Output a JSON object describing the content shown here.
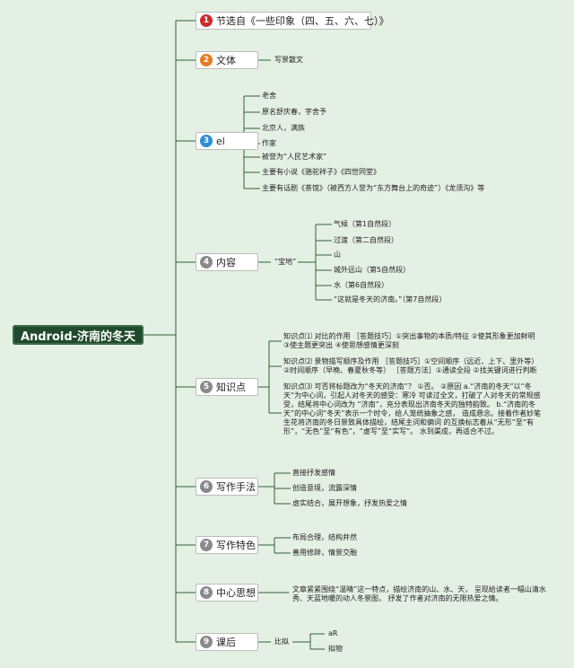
{
  "root": {
    "label": "Android-济南的冬天"
  },
  "branches": [
    {
      "num": "1",
      "label": "节选自《一些印象（四、五、六、七）》",
      "color": "#d02a2a"
    },
    {
      "num": "2",
      "label": "文体",
      "color": "#e87a22"
    },
    {
      "num": "3",
      "label": "el",
      "color": "#2a8fd6"
    },
    {
      "num": "4",
      "label": "内容",
      "color": "#8a8a8a"
    },
    {
      "num": "5",
      "label": "知识点",
      "color": "#8a8a8a"
    },
    {
      "num": "6",
      "label": "写作手法",
      "color": "#8a8a8a"
    },
    {
      "num": "7",
      "label": "写作特色",
      "color": "#8a8a8a"
    },
    {
      "num": "8",
      "label": "中心思想",
      "color": "#8a8a8a"
    },
    {
      "num": "9",
      "label": "课后",
      "color": "#8a8a8a"
    }
  ],
  "wenti": {
    "value": "写景散文"
  },
  "author": [
    "老舍",
    "原名舒庆春，字舍予",
    "北京人，满族",
    "作家",
    "被誉为“人民艺术家”",
    "主要有小说《骆驼祥子》《四世同堂》",
    "主要有话剧《茶馆》（被西方人誉为“东方舞台上的奇迹”）《龙须沟》等"
  ],
  "content": {
    "hub": "“宝地”",
    "items": [
      "气候（第1自然段）",
      "过渡（第二自然段）",
      "山",
      "城外远山（第5自然段）",
      "水（第6自然段）",
      "“这就是冬天的济南。”（第7自然段）"
    ]
  },
  "knowledge": [
    [
      "知识点⑴ 对比的作用 ［答题技巧］①突出事物的本质/特征 ②使其形象更加鲜明",
      "③使主题更突出 ④使思想感情更深刻"
    ],
    [
      "知识点⑵ 景物描写顺序及作用 ［答题技巧］①空间顺序（远近、上下、里外等）",
      "②时间顺序（早晚、春夏秋冬等） ［答题方法］①通读全段 ②找关键词进行判断"
    ],
    [
      "知识点⑶ 可否将标题改为“冬天的济南”？ ①否。 ②原因 a.“济南的冬天”以“冬",
      "天”为中心词，引起人对冬天的感受：寒冷 可读过全文，打破了人对冬天的常规感",
      "受，结尾将中心词改为 “济南”，充分表现出济南冬天的独特韵致。 b.“济南的冬",
      "天”的中心词“冬天”表示一个时令，给人笼统抽象之感， 造成悬念。接着作者妙笔",
      "生花将济南的冬日景致具体描绘，结尾主词和偏词 的互换标志着从“无形”至“有",
      "形”，“无色”至“有色”，“虚写”至“实写”。 水到渠成，再适合不过。"
    ]
  ],
  "techniques": [
    "直接抒发感情",
    "创造意境，流露深情",
    "虚实结合，展开想象，抒发热爱之情"
  ],
  "features": [
    "布局合理，结构井然",
    "善用修辞，情景交融"
  ],
  "theme": [
    "文章紧紧围绕“温晴”这一特点，描绘济南的山、水、天， 呈现给读者一幅山清水",
    "秀、天蓝地暖的动人冬景图， 抒发了作者对济南的无限热爱之情。"
  ],
  "afterclass": {
    "hub": "比拟",
    "items": [
      "aR",
      "拟物"
    ]
  }
}
